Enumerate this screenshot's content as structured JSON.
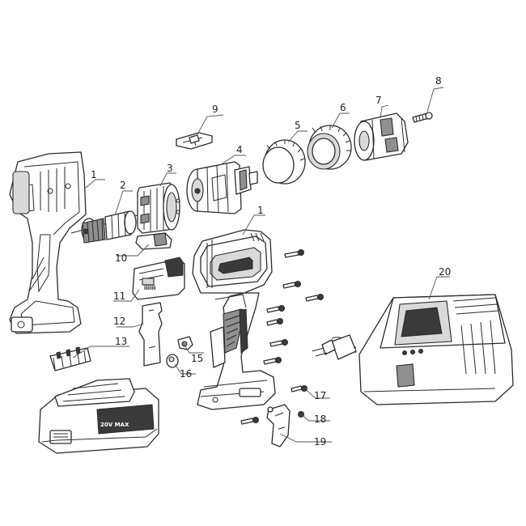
{
  "callouts": [
    {
      "id": "label-1-left",
      "text": "1"
    },
    {
      "id": "label-1-right",
      "text": "1"
    },
    {
      "id": "label-2",
      "text": "2"
    },
    {
      "id": "label-3",
      "text": "3"
    },
    {
      "id": "label-4",
      "text": "4"
    },
    {
      "id": "label-5",
      "text": "5"
    },
    {
      "id": "label-6",
      "text": "6"
    },
    {
      "id": "label-7",
      "text": "7"
    },
    {
      "id": "label-8",
      "text": "8"
    },
    {
      "id": "label-9",
      "text": "9"
    },
    {
      "id": "label-10",
      "text": "10"
    },
    {
      "id": "label-11",
      "text": "11"
    },
    {
      "id": "label-12",
      "text": "12"
    },
    {
      "id": "label-13",
      "text": "13"
    },
    {
      "id": "label-14",
      "text": "15"
    },
    {
      "id": "label-16",
      "text": "16"
    },
    {
      "id": "label-17",
      "text": "17"
    },
    {
      "id": "label-18",
      "text": "18"
    },
    {
      "id": "label-19",
      "text": "19"
    },
    {
      "id": "label-20",
      "text": "20"
    }
  ],
  "battery_marking": "20V MAX"
}
